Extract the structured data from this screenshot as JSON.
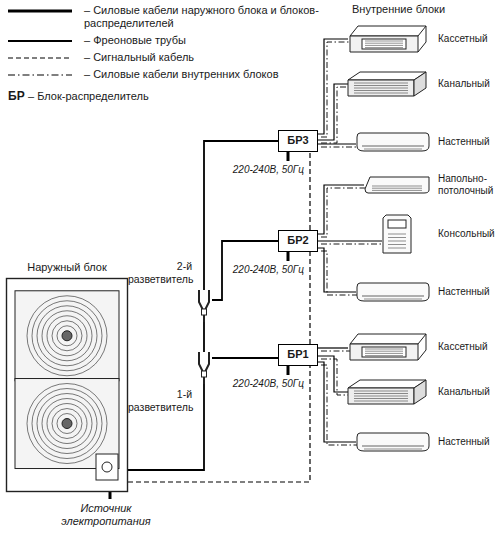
{
  "diagram": {
    "nodes": [
      {
        "text": [
          "Кассетный"
        ]
      },
      {
        "text": [
          "Канальный"
        ]
      },
      {
        "text": [
          "БР3"
        ]
      },
      {
        "text": [
          "Настенный"
        ]
      },
      {
        "text": [
          "Напольно-потолочный"
        ]
      },
      {
        "text": [
          "БР2"
        ]
      },
      {
        "text": [
          "Консольный"
        ]
      },
      {
        "text": [
          "Настенный"
        ]
      },
      {
        "text": [
          "Наружный блок"
        ]
      },
      {
        "text": [
          "2-й разветвитель"
        ]
      },
      {
        "text": [
          "БР1"
        ]
      },
      {
        "text": [
          "Кассетный"
        ]
      },
      {
        "text": [
          "1-й разветвитель"
        ]
      },
      {
        "text": [
          "Канальный"
        ]
      },
      {
        "text": [
          "Настенный"
        ]
      }
    ],
    "edges": [
      {
        "from": 8,
        "to": 12,
        "arrow": "none"
      },
      {
        "from": 12,
        "to": 10,
        "arrow": "none"
      },
      {
        "from": 12,
        "to": 9,
        "arrow": "none"
      },
      {
        "from": 9,
        "to": 5,
        "arrow": "none"
      },
      {
        "from": 9,
        "to": 2,
        "arrow": "none"
      },
      {
        "from": 2,
        "to": 0,
        "arrow": "none"
      },
      {
        "from": 2,
        "to": 1,
        "arrow": "none"
      },
      {
        "from": 2,
        "to": 3,
        "arrow": "none"
      },
      {
        "from": 5,
        "to": 4,
        "arrow": "none"
      },
      {
        "from": 5,
        "to": 6,
        "arrow": "none"
      },
      {
        "from": 5,
        "to": 7,
        "arrow": "none"
      },
      {
        "from": 10,
        "to": 11,
        "arrow": "none"
      },
      {
        "from": 10,
        "to": 13,
        "arrow": "none"
      },
      {
        "from": 10,
        "to": 14,
        "arrow": "none"
      },
      {
        "from": 8,
        "to": 10,
        "arrow": "none"
      },
      {
        "from": 10,
        "to": 5,
        "arrow": "none"
      },
      {
        "from": 5,
        "to": 2,
        "arrow": "none"
      }
    ],
    "labels": [
      "Внутренние блоки",
      "БР",
      "220-240В, 50Гц",
      "220-240В, 50Гц",
      "220-240В, 50Гц",
      "Источник электропитания"
    ],
    "legend": [
      {
        "text": "– Силовые кабели наружного блока и блоков-распределителей"
      },
      {
        "text": "– Фреоновые трубы"
      },
      {
        "text": "– Сигнальный кабель"
      },
      {
        "text": "– Силовые кабели внутренних блоков"
      },
      {
        "text": "– Блок-распределитель"
      }
    ]
  }
}
